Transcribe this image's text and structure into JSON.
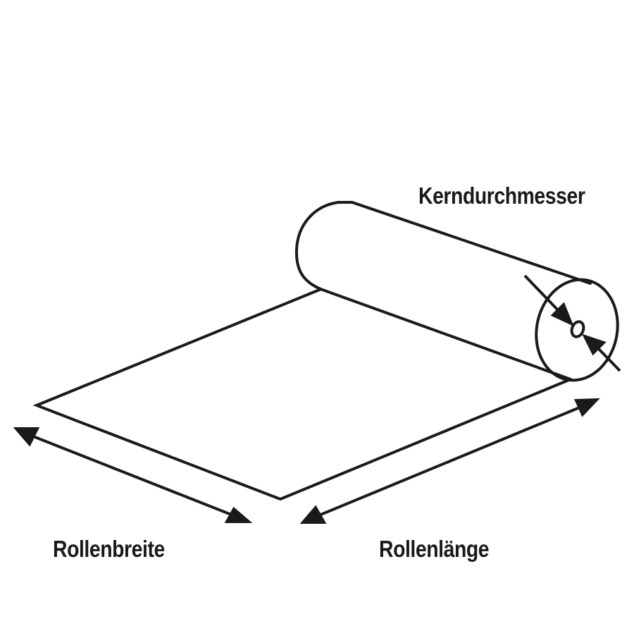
{
  "diagram": {
    "subject": "roll-of-material",
    "labels": {
      "core_diameter": "Kerndurchmesser",
      "roll_width": "Rollenbreite",
      "roll_length": "Rollenlänge"
    },
    "colors": {
      "stroke": "#1a1a1a",
      "background": "#ffffff"
    },
    "core_symbol": "O"
  }
}
